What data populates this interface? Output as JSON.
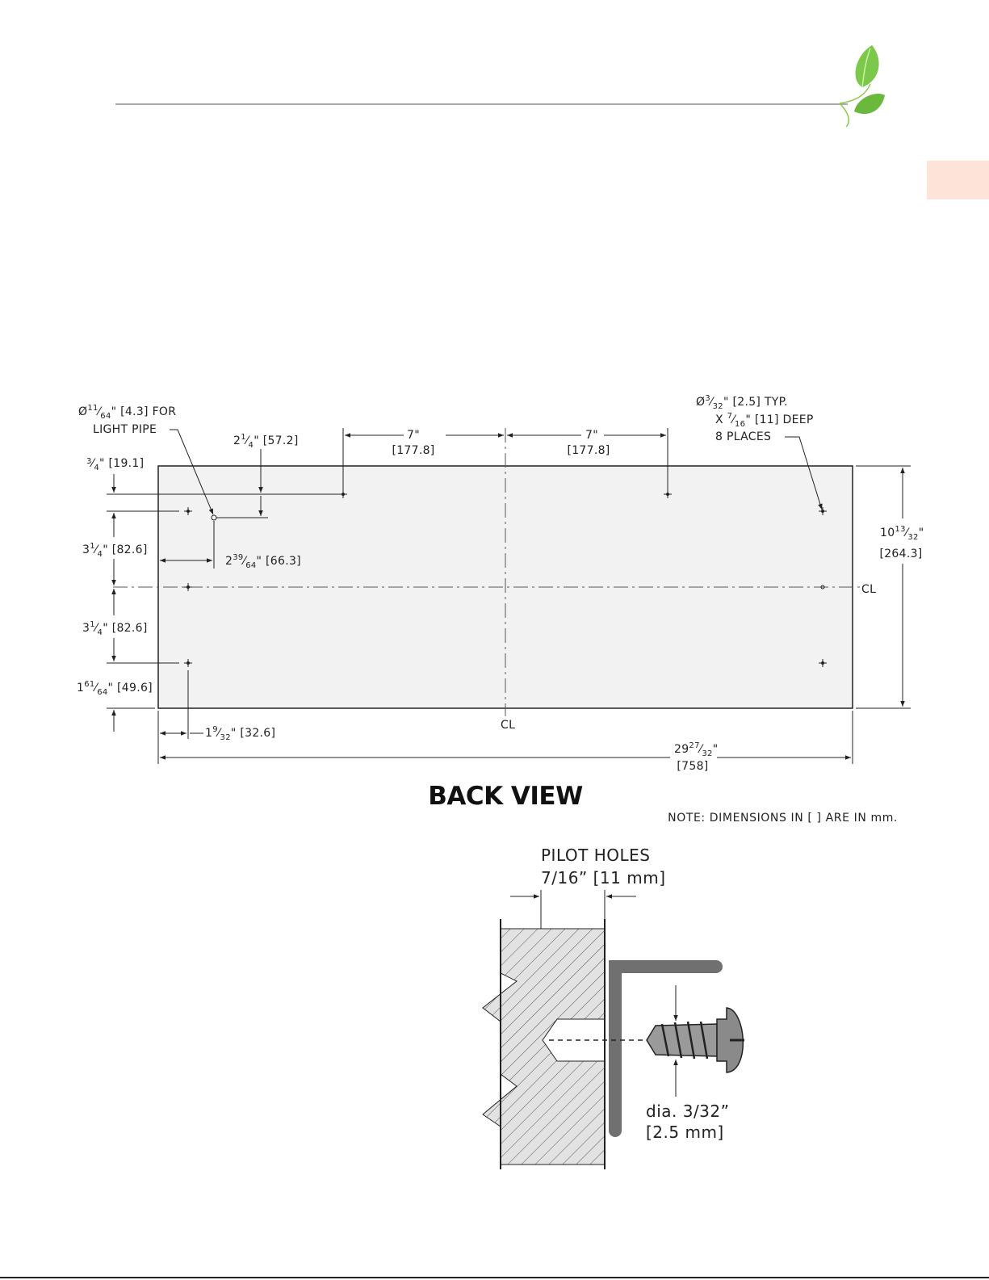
{
  "colors": {
    "tab": "#fde3d8",
    "leaf": "#7cc84a",
    "rule": "#aaaaaa",
    "panel": "#f2f2f2",
    "bracket": "#707070"
  },
  "icons": {
    "header_logo": "leaf-sprout-icon"
  },
  "drawing": {
    "title": "BACK VIEW",
    "note": "NOTE:  DIMENSIONS IN  [  ] ARE IN mm.",
    "centerline": "CL",
    "callouts": {
      "light_pipe_a": "[4.3] FOR",
      "light_pipe_b": "LIGHT PIPE",
      "holes_a": "[2.5] TYP.",
      "holes_b": "X",
      "holes_c": "[11] DEEP",
      "holes_d": "8 PLACES"
    },
    "dimensions": {
      "d_2_1_4": "[57.2]",
      "d_7_left_in": "7\"",
      "d_7_left_mm": "[177.8]",
      "d_7_right_in": "7\"",
      "d_7_right_mm": "[177.8]",
      "d_3_4": "[19.1]",
      "d_3_1_4_a": "[82.6]",
      "d_2_39_64": "[66.3]",
      "d_3_1_4_b": "[82.6]",
      "d_1_61_64": "[49.6]",
      "d_1_9_32": "[32.6]",
      "d_29_27_32_mm": "[758]",
      "d_10_13_32_mm": "[264.3]"
    }
  },
  "detail": {
    "pilot_label": "PILOT HOLES",
    "pilot_size": "7/16” [11 mm]",
    "dia_label": "dia. 3/32”",
    "dia_mm": "[2.5 mm]"
  }
}
